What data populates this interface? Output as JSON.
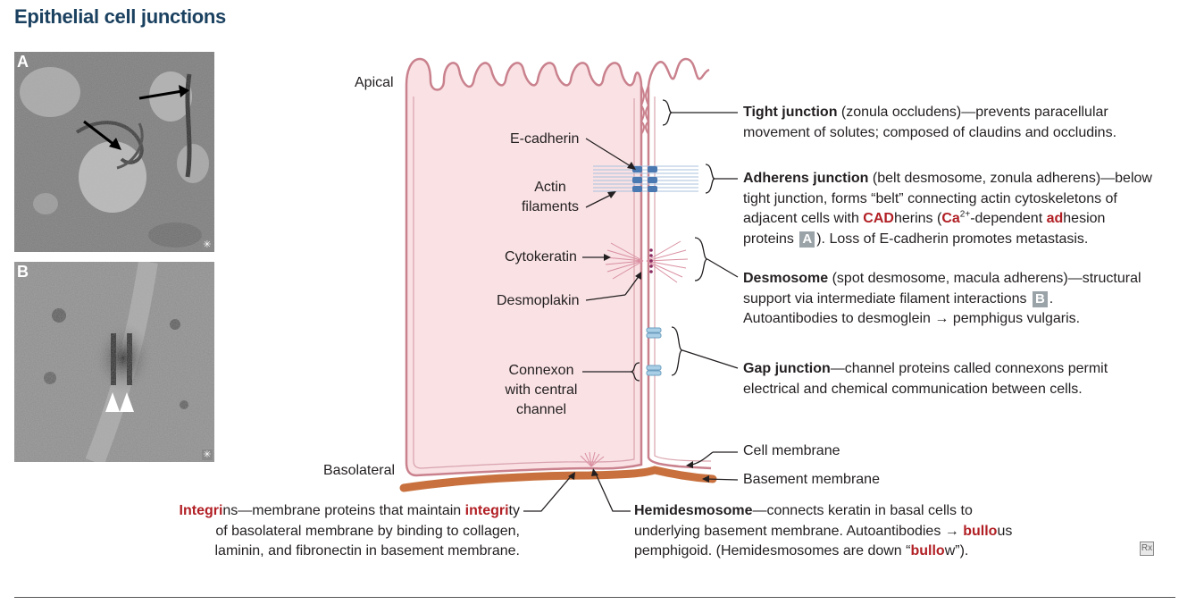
{
  "title": "Epithelial cell junctions",
  "panels": {
    "a": "A",
    "b": "B",
    "badge_symbol": "✳"
  },
  "diagram_labels": {
    "apical": "Apical",
    "basolateral": "Basolateral",
    "e_cadherin": "E-cadherin",
    "actin_1": "Actin",
    "actin_2": "filaments",
    "cytokeratin": "Cytokeratin",
    "desmoplakin": "Desmoplakin",
    "connexon_1": "Connexon",
    "connexon_2": "with central",
    "connexon_3": "channel",
    "cell_membrane": "Cell membrane",
    "basement_membrane": "Basement membrane"
  },
  "descriptions": {
    "tight": {
      "term": "Tight junction",
      "line1_rest": " (zonula occludens)—prevents paracellular",
      "line2": "movement of solutes; composed of claudins and occludins."
    },
    "adherens": {
      "term": "Adherens junction",
      "line1_rest": " (belt desmosome, zonula adherens)—below",
      "line2": "tight junction, forms “belt” connecting actin cytoskeletons of",
      "line3_a": "adjacent cells with ",
      "line3_cad": "CAD",
      "line3_b": "herins (",
      "line3_ca": "Ca",
      "line3_sup": "2+",
      "line3_c": "-dependent ",
      "line3_ad": "ad",
      "line3_d": "hesion",
      "line4_a": "proteins ",
      "line4_badge": "A",
      "line4_b": "). Loss of E-cadherin promotes metastasis."
    },
    "desmosome": {
      "term": "Desmosome",
      "line1_rest": " (spot desmosome, macula adherens)—structural",
      "line2_a": "support via intermediate filament interactions ",
      "line2_badge": "B",
      "line2_b": ".",
      "line3": "Autoantibodies to desmoglein → pemphigus vulgaris."
    },
    "gap": {
      "term": "Gap junction",
      "line1_rest": "—channel proteins called connexons permit",
      "line2": "electrical and chemical communication between cells."
    },
    "integrin": {
      "line1_red1": "Integri",
      "line1_a": "ns—membrane proteins that maintain ",
      "line1_red2": "integri",
      "line1_b": "ty",
      "line2": "of basolateral membrane by binding to collagen,",
      "line3": "laminin, and fibronectin in basement membrane."
    },
    "hemidesmosome": {
      "term": "Hemidesmosome",
      "line1_rest": "—connects keratin in basal cells to",
      "line2_a": "underlying basement membrane. Autoantibodies → ",
      "line2_red": "bullo",
      "line2_b": "us",
      "line3_a": "pemphigoid. (Hemidesmosomes are down “",
      "line3_red": "bullo",
      "line3_b": "w”)."
    }
  },
  "footer_icon": "Rx",
  "colors": {
    "title": "#1b4160",
    "cell_fill": "#f9e1e4",
    "cell_outline": "#c9818d",
    "basement": "#c8713e",
    "highlight_red": "#b11f24",
    "junction_blue": "#4a78b0",
    "gap_blue": "#a9cfe6"
  }
}
